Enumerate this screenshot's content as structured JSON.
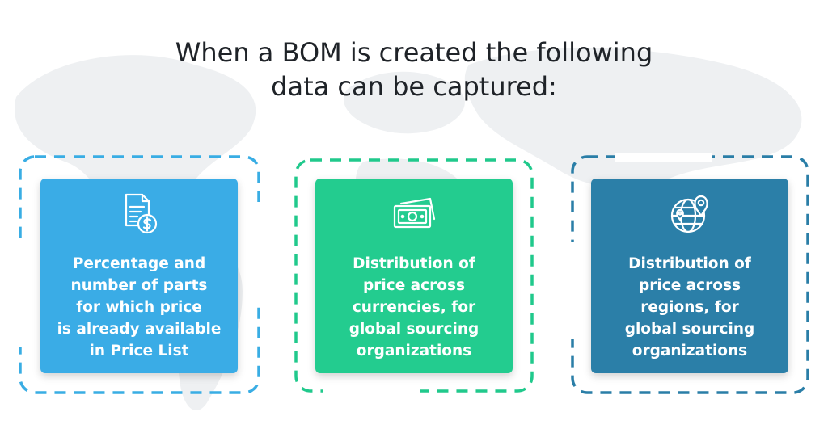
{
  "title": {
    "line1": "When a BOM is created the following",
    "line2": "data can be captured:"
  },
  "colors": {
    "card1": "#3aace6",
    "card2": "#23cc8f",
    "card3": "#2b7fa8",
    "frame1": "#39ade4",
    "frame2": "#20c98c",
    "frame3": "#2a7ea7",
    "title": "#1f2328"
  },
  "cards": [
    {
      "icon": "document-dollar-icon",
      "lines": [
        "Percentage and",
        "number of parts",
        "for which price",
        "is already available",
        "in Price List"
      ]
    },
    {
      "icon": "banknotes-icon",
      "lines": [
        "Distribution of",
        "price across",
        "currencies, for",
        "global sourcing",
        "organizations"
      ]
    },
    {
      "icon": "globe-location-icon",
      "lines": [
        "Distribution of",
        "price across",
        "regions, for",
        "global sourcing",
        "organizations"
      ]
    }
  ]
}
